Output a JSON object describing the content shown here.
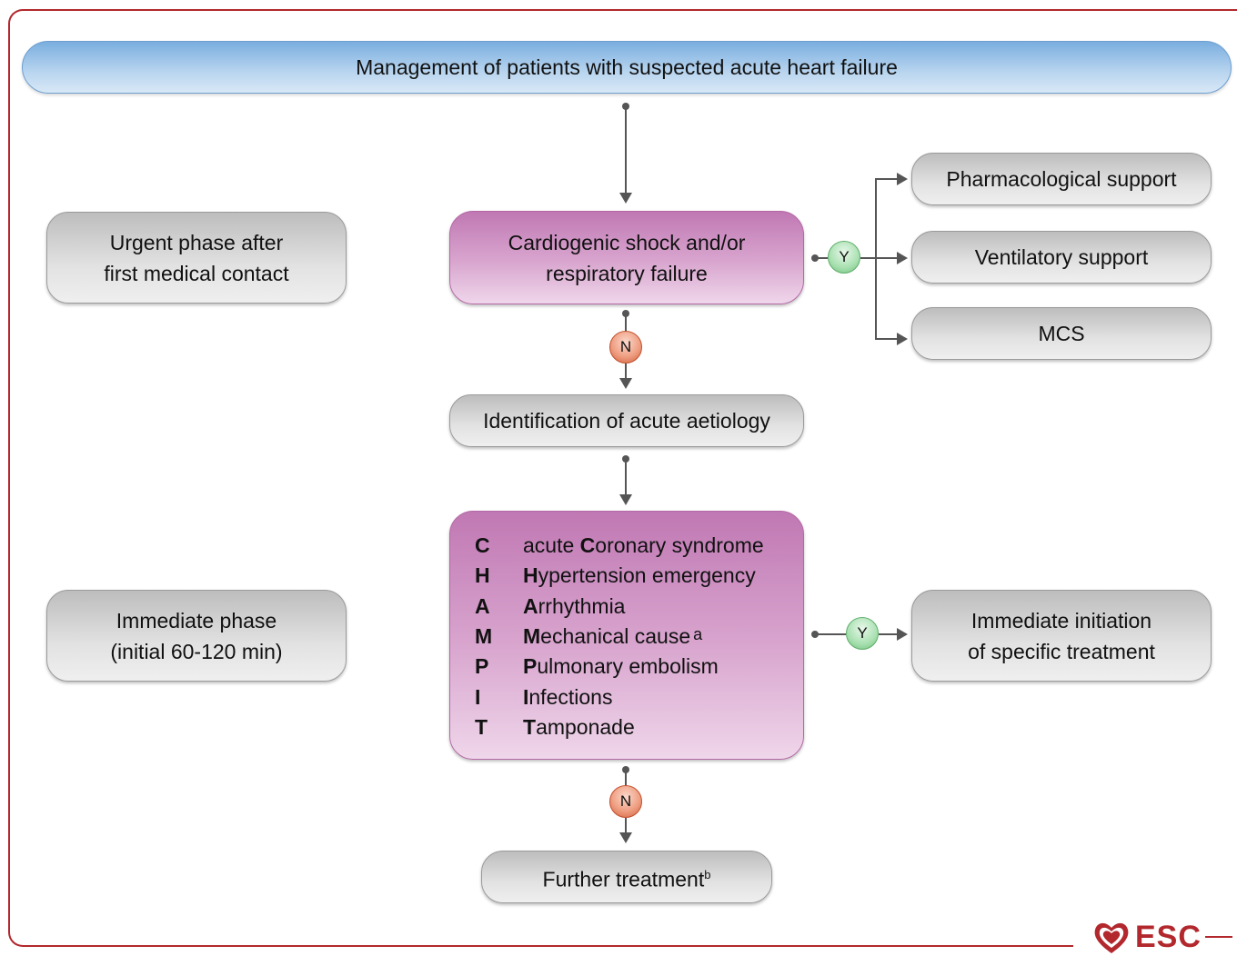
{
  "title": "Management of patients with suspected acute heart failure",
  "phases": {
    "urgent": [
      "Urgent phase after",
      "first medical contact"
    ],
    "immediate": [
      "Immediate phase",
      "(initial 60-120 min)"
    ]
  },
  "shock_box": [
    "Cardiogenic shock and/or",
    "respiratory failure"
  ],
  "support": {
    "pharma": "Pharmacological support",
    "vent": "Ventilatory support",
    "mcs": "MCS"
  },
  "decisions": {
    "yes": "Y",
    "no": "N"
  },
  "aetiology": "Identification of acute aetiology",
  "champ": [
    {
      "letter": "C",
      "prefix": "acute ",
      "bold": "C",
      "rest": "oronary syndrome",
      "sup": ""
    },
    {
      "letter": "H",
      "prefix": "",
      "bold": "H",
      "rest": "ypertension emergency",
      "sup": ""
    },
    {
      "letter": "A",
      "prefix": "",
      "bold": "A",
      "rest": "rrhythmia",
      "sup": ""
    },
    {
      "letter": "M",
      "prefix": "",
      "bold": "M",
      "rest": "echanical cause",
      "sup": "a"
    },
    {
      "letter": "P",
      "prefix": "",
      "bold": "P",
      "rest": "ulmonary embolism",
      "sup": ""
    },
    {
      "letter": "I",
      "prefix": "",
      "bold": "I",
      "rest": "nfections",
      "sup": ""
    },
    {
      "letter": "T",
      "prefix": "",
      "bold": "T",
      "rest": "amponade",
      "sup": ""
    }
  ],
  "specific_treatment": [
    "Immediate initiation",
    "of specific treatment"
  ],
  "further_treatment": "Further treatment",
  "further_sup": "b",
  "logo": {
    "text": "ESC",
    "color": "#b2282d"
  }
}
